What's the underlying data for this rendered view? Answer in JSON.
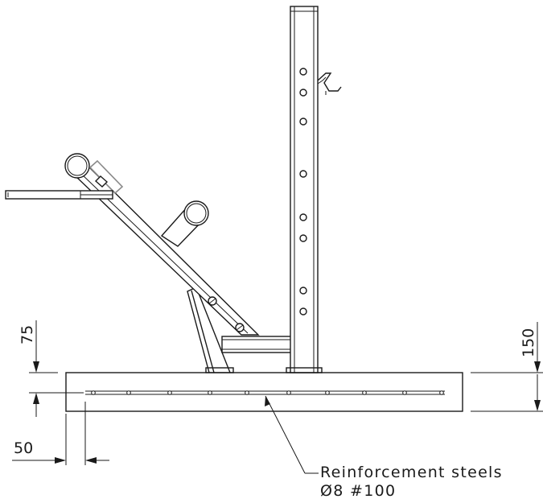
{
  "dimensions": {
    "rebar_cover": "75",
    "slab_thickness": "150",
    "edge_distance": "50"
  },
  "note": {
    "line1": "Reinforcement steels",
    "line2": "Ø8 #100"
  }
}
